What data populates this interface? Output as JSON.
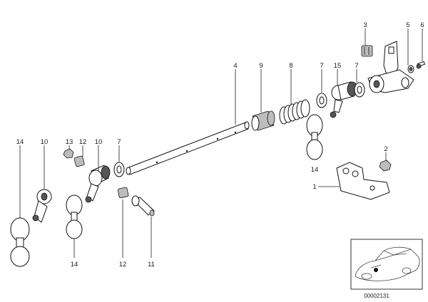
{
  "callouts": [
    {
      "id": "c4",
      "text": "4"
    },
    {
      "id": "c9",
      "text": "9"
    },
    {
      "id": "c8",
      "text": "8"
    },
    {
      "id": "c7a",
      "text": "7"
    },
    {
      "id": "c15",
      "text": "15"
    },
    {
      "id": "c7b",
      "text": "7"
    },
    {
      "id": "c3",
      "text": "3"
    },
    {
      "id": "c5",
      "text": "5"
    },
    {
      "id": "c6",
      "text": "6"
    },
    {
      "id": "c14a",
      "text": "14"
    },
    {
      "id": "c2",
      "text": "2"
    },
    {
      "id": "c1",
      "text": "1"
    },
    {
      "id": "c14b",
      "text": "14"
    },
    {
      "id": "c10a",
      "text": "10"
    },
    {
      "id": "c13",
      "text": "13"
    },
    {
      "id": "c12a",
      "text": "12"
    },
    {
      "id": "c10b",
      "text": "10"
    },
    {
      "id": "c7c",
      "text": "7"
    },
    {
      "id": "c14c",
      "text": "14"
    },
    {
      "id": "c12b",
      "text": "12"
    },
    {
      "id": "c11",
      "text": "11"
    }
  ],
  "reference_number": "00002131"
}
